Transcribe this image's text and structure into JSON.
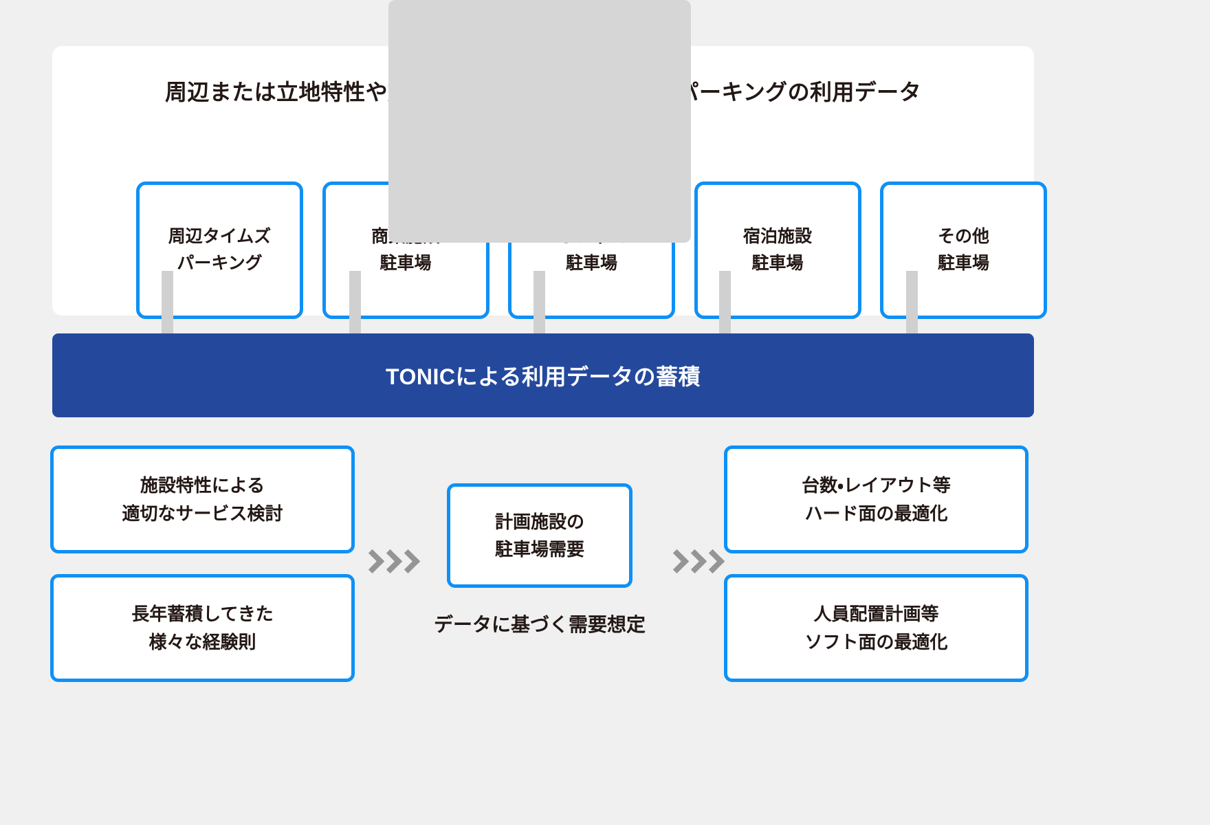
{
  "diagram": {
    "background_color": "#f0f0f0",
    "accent_blue": "#0f90f5",
    "banner_blue": "#24499c",
    "text_color": "#231815",
    "gray_panel_color": "#d6d6d6",
    "connector_color": "#d0d0d0",
    "chevron_color": "#959595"
  },
  "top": {
    "title": "周辺または立地特性や施設構成が類似するタイムズパーキングの利用データ",
    "sources": [
      {
        "line1": "周辺タイムズ",
        "line2": "パーキング"
      },
      {
        "line1": "商業施設",
        "line2": "駐車場"
      },
      {
        "line1": "オフィス",
        "line2": "駐車場"
      },
      {
        "line1": "宿泊施設",
        "line2": "駐車場"
      },
      {
        "line1": "その他",
        "line2": "駐車場"
      }
    ]
  },
  "banner": {
    "label": "TONICによる利用データの蓄積"
  },
  "bottom": {
    "left_boxes": [
      {
        "line1": "施設特性による",
        "line2": "適切なサービス検討"
      },
      {
        "line1": "長年蓄積してきた",
        "line2": "様々な経験則"
      }
    ],
    "center": {
      "box": {
        "line1": "計画施設の",
        "line2": "駐車場需要"
      },
      "caption": "データに基づく需要想定"
    },
    "right_boxes": [
      {
        "line1": "台数・レイアウト等",
        "line2": "ハード面の最適化"
      },
      {
        "line1": "人員配置計画等",
        "line2": "ソフト面の最適化"
      }
    ]
  }
}
